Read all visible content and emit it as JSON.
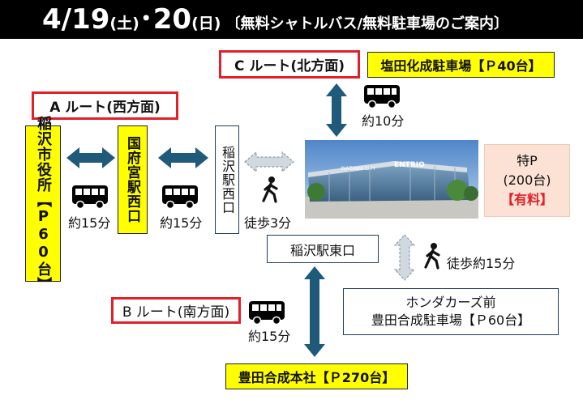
{
  "header": {
    "date_main": "4/19",
    "sat": "(土)",
    "dot": "･",
    "date_2": "20",
    "sun": "(日)",
    "subtitle": "〔無料シャトルバス/無料駐車場のご案内〕"
  },
  "routes": {
    "a": "A ルート(西方面)",
    "b": "B ルート(南方面)",
    "c": "C ルート(北方面)"
  },
  "stops": {
    "city_hall": "稲沢市役所【P60台】",
    "kounomiya": "国府宮駅西口",
    "inazawa_west": "稲沢駅西口",
    "inazawa_east": "稲沢駅東口"
  },
  "parking": {
    "shiodakasei": "塩田化成駐車場【Ｐ40台】",
    "toyoda_head": "豊田合成本社【Ｐ270台】",
    "honda_line1": "ホンダカーズ前",
    "honda_line2": "豊田合成駐車場【Ｐ60台】",
    "special_line1": "特P",
    "special_line2": "(200台)",
    "special_line3": "【有料】"
  },
  "times": {
    "a_left": "約15分",
    "a_right": "約15分",
    "walk_west": "徒歩3分",
    "c_bus": "約10分",
    "b_bus": "約15分",
    "walk_honda": "徒歩約15分"
  },
  "venue": {
    "sign": "ENTRIO",
    "sign_small": "INAZAWA CITY"
  },
  "colors": {
    "arrow": "#1f5a7a",
    "walk_arrow": "#d0d8e0",
    "route_border": "#e0202a",
    "highlight": "#ffff00",
    "special_bg": "#fbe2d5"
  }
}
